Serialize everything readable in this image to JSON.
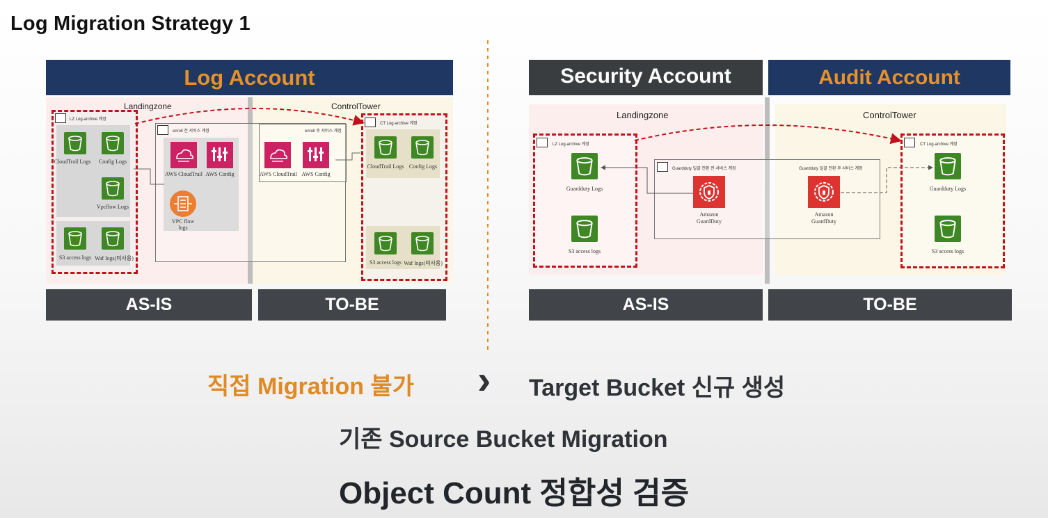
{
  "page": {
    "title": "Log Migration Strategy 1"
  },
  "left": {
    "banner": "Log Account",
    "zones": {
      "asis": "Landingzone",
      "tobe": "ControlTower"
    },
    "labels": {
      "asis": "AS-IS",
      "tobe": "TO-BE"
    },
    "asis_bucket_acct": "LZ Log-archive 계정",
    "asis_service_acct": "enroll 전 서비스 계정",
    "tobe_service_acct": "enroll 후 서비스 계정",
    "tobe_bucket_acct": "CT Log-archive 계정",
    "asis_buckets": [
      "CloudTrail Logs",
      "Config Logs",
      "Vpcflow Logs",
      "S3 access logs",
      "Waf logs(미사용)"
    ],
    "asis_services": [
      "AWS CloudTrail",
      "AWS Config",
      "VPC flow logs"
    ],
    "tobe_services": [
      "AWS CloudTrail",
      "AWS Config"
    ],
    "tobe_buckets": [
      "CloudTrail Logs",
      "Config Logs",
      "S3 access logs",
      "Waf logs(미사용)"
    ]
  },
  "right": {
    "banner_security": "Security Account",
    "banner_audit": "Audit Account",
    "zones": {
      "asis": "Landingzone",
      "tobe": "ControlTower"
    },
    "labels": {
      "asis": "AS-IS",
      "tobe": "TO-BE"
    },
    "lz_acct": "LZ Log-archive 계정",
    "ct_acct": "CT Log-archive 계정",
    "gd_before": "Guardduty 일괄 전환 전 서비스 계정",
    "gd_after": "Guardduty 일괄 전환 후 서비스 계정",
    "lz_buckets": [
      "Guardduty Logs",
      "S3 access logs"
    ],
    "ct_buckets": [
      "Guardduty Logs",
      "S3 access logs"
    ],
    "guardduty": [
      "Amazon",
      "GuardDuty"
    ]
  },
  "bottom": {
    "line1_left": "직접 Migration 불가",
    "line1_arrow": "›",
    "line1_right": "Target Bucket 신규 생성",
    "line2": "기존 Source Bucket Migration",
    "line3": "Object Count 정합성 검증"
  },
  "colors": {
    "navy": "#1f3763",
    "orange": "#e08a26",
    "red_dash": "#c0121a",
    "s3_green": "#3f8624"
  }
}
